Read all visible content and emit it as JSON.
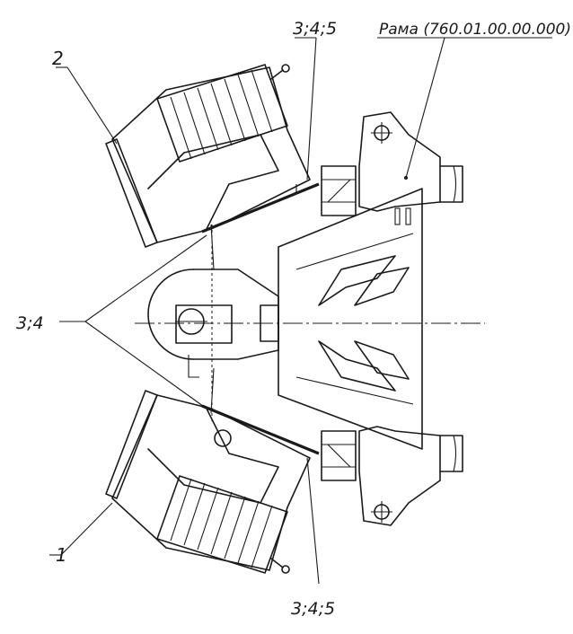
{
  "labels": {
    "frame": "Рама (760.01.00.00.000)",
    "item_top": "3;4;5",
    "item_bottom": "3;4;5",
    "item_left": "3;4",
    "part_upper": "2",
    "part_lower": "1"
  },
  "colors": {
    "ink": "#1a1a1a",
    "background": "#ffffff"
  }
}
